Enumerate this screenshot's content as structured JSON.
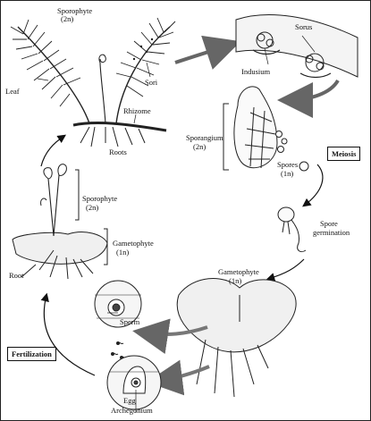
{
  "labels": {
    "sporophyte_top": "Sporophyte",
    "sporophyte_top_ploidy": "(2n)",
    "leaf": "Leaf",
    "sori": "Sori",
    "rhizome": "Rhizome",
    "roots": "Roots",
    "sorus": "Sorus",
    "indusium": "Indusium",
    "sporangium": "Sporangium",
    "sporangium_ploidy": "(2n)",
    "spores": "Spores",
    "spores_ploidy": "(1n)",
    "meiosis": "Meiosis",
    "spore_germination_1": "Spore",
    "spore_germination_2": "germination",
    "gametophyte_right": "Gametophyte",
    "gametophyte_right_ploidy": "(1n)",
    "sperm": "Sperm",
    "egg": "Egg",
    "archegonium": "Archegonium",
    "fertilization": "Fertilization",
    "sporophyte_left": "Sporophyte",
    "sporophyte_left_ploidy": "(2n)",
    "gametophyte_left": "Gametophyte",
    "gametophyte_left_ploidy": "(1n)",
    "root": "Root"
  }
}
